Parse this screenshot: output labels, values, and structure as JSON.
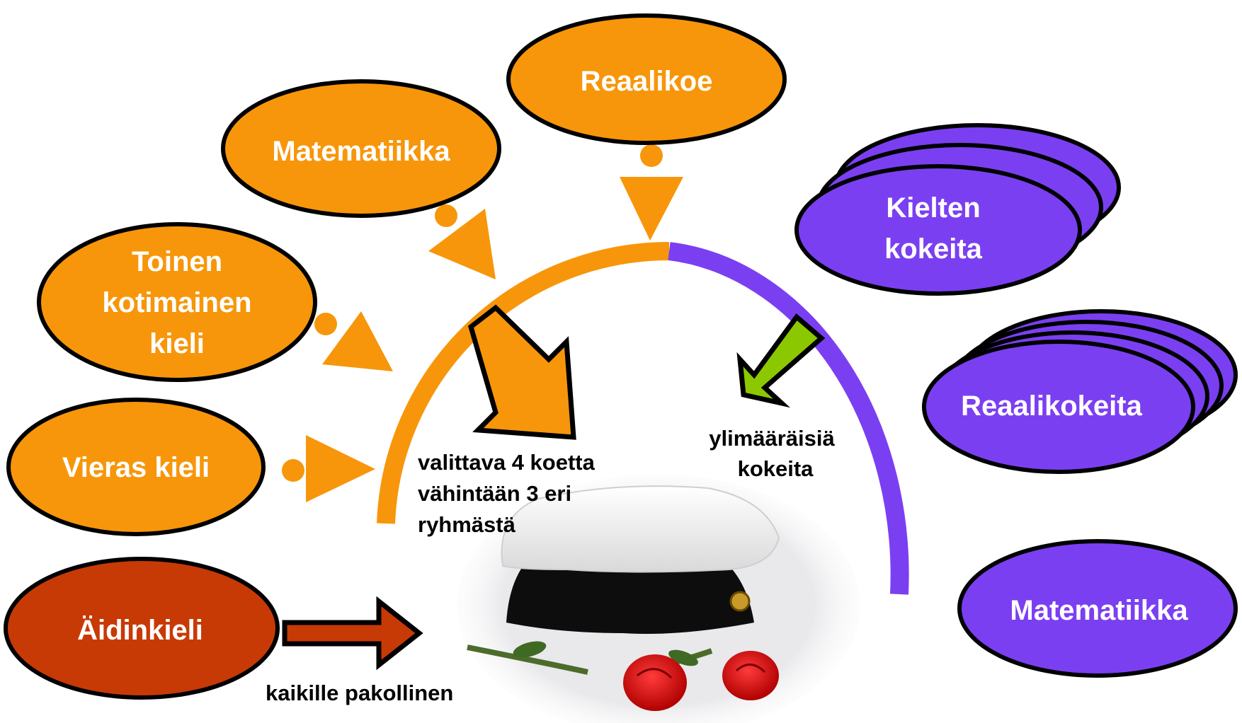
{
  "colors": {
    "orange": "#F7960A",
    "purple": "#7B3FF2",
    "brick": "#C73A06",
    "green": "#8CC800",
    "outline": "#000000",
    "label": "#ffffff"
  },
  "nodes": {
    "reaalikoe": "Reaalikoe",
    "matematiikka": "Matematiikka",
    "toinen_kotimainen": [
      "Toinen",
      "kotimainen",
      "kieli"
    ],
    "vieras_kieli": "Vieras kieli",
    "aidinkieli": "Äidinkieli",
    "kielten_kokeita": [
      "Kielten",
      "kokeita"
    ],
    "reaalikokeita": "Reaalikokeita",
    "matematiikka_extra": "Matematiikka"
  },
  "notes": {
    "choose": [
      "valittava 4 koetta",
      "vähintään 3 eri",
      "ryhmästä"
    ],
    "extra": [
      "ylimääräisiä",
      "kokeita"
    ],
    "mandatory": "kaikille pakollinen"
  },
  "image": {
    "icon": "student-cap-with-roses"
  }
}
